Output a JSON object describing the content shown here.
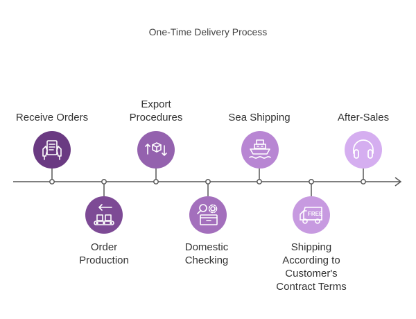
{
  "title": "One-Time Delivery Process",
  "steps": [
    {
      "lines": [
        "Receive Orders"
      ],
      "position": "top",
      "color": "#6a3a82",
      "icon": "clipboard-hands-icon"
    },
    {
      "lines": [
        "Order",
        "Production"
      ],
      "position": "bottom",
      "color": "#7d4a95",
      "icon": "conveyor-production-icon"
    },
    {
      "lines": [
        "Export",
        "Procedures"
      ],
      "position": "top",
      "color": "#9462ae",
      "icon": "boxes-arrows-icon"
    },
    {
      "lines": [
        "Domestic",
        "Checking"
      ],
      "position": "bottom",
      "color": "#a36fbc",
      "icon": "inspection-box-icon"
    },
    {
      "lines": [
        "Sea Shipping"
      ],
      "position": "top",
      "color": "#b886d3",
      "icon": "cargo-ship-icon"
    },
    {
      "lines": [
        "Shipping",
        "According to",
        "Customer's",
        "Contract Terms"
      ],
      "position": "bottom",
      "color": "#c79ae0",
      "icon": "free-delivery-van-icon"
    },
    {
      "lines": [
        "After-Sales"
      ],
      "position": "top",
      "color": "#d5aef0",
      "icon": "headset-support-icon"
    }
  ],
  "colors": {
    "axis": "#555555",
    "icon_stroke": "#ffffff"
  }
}
